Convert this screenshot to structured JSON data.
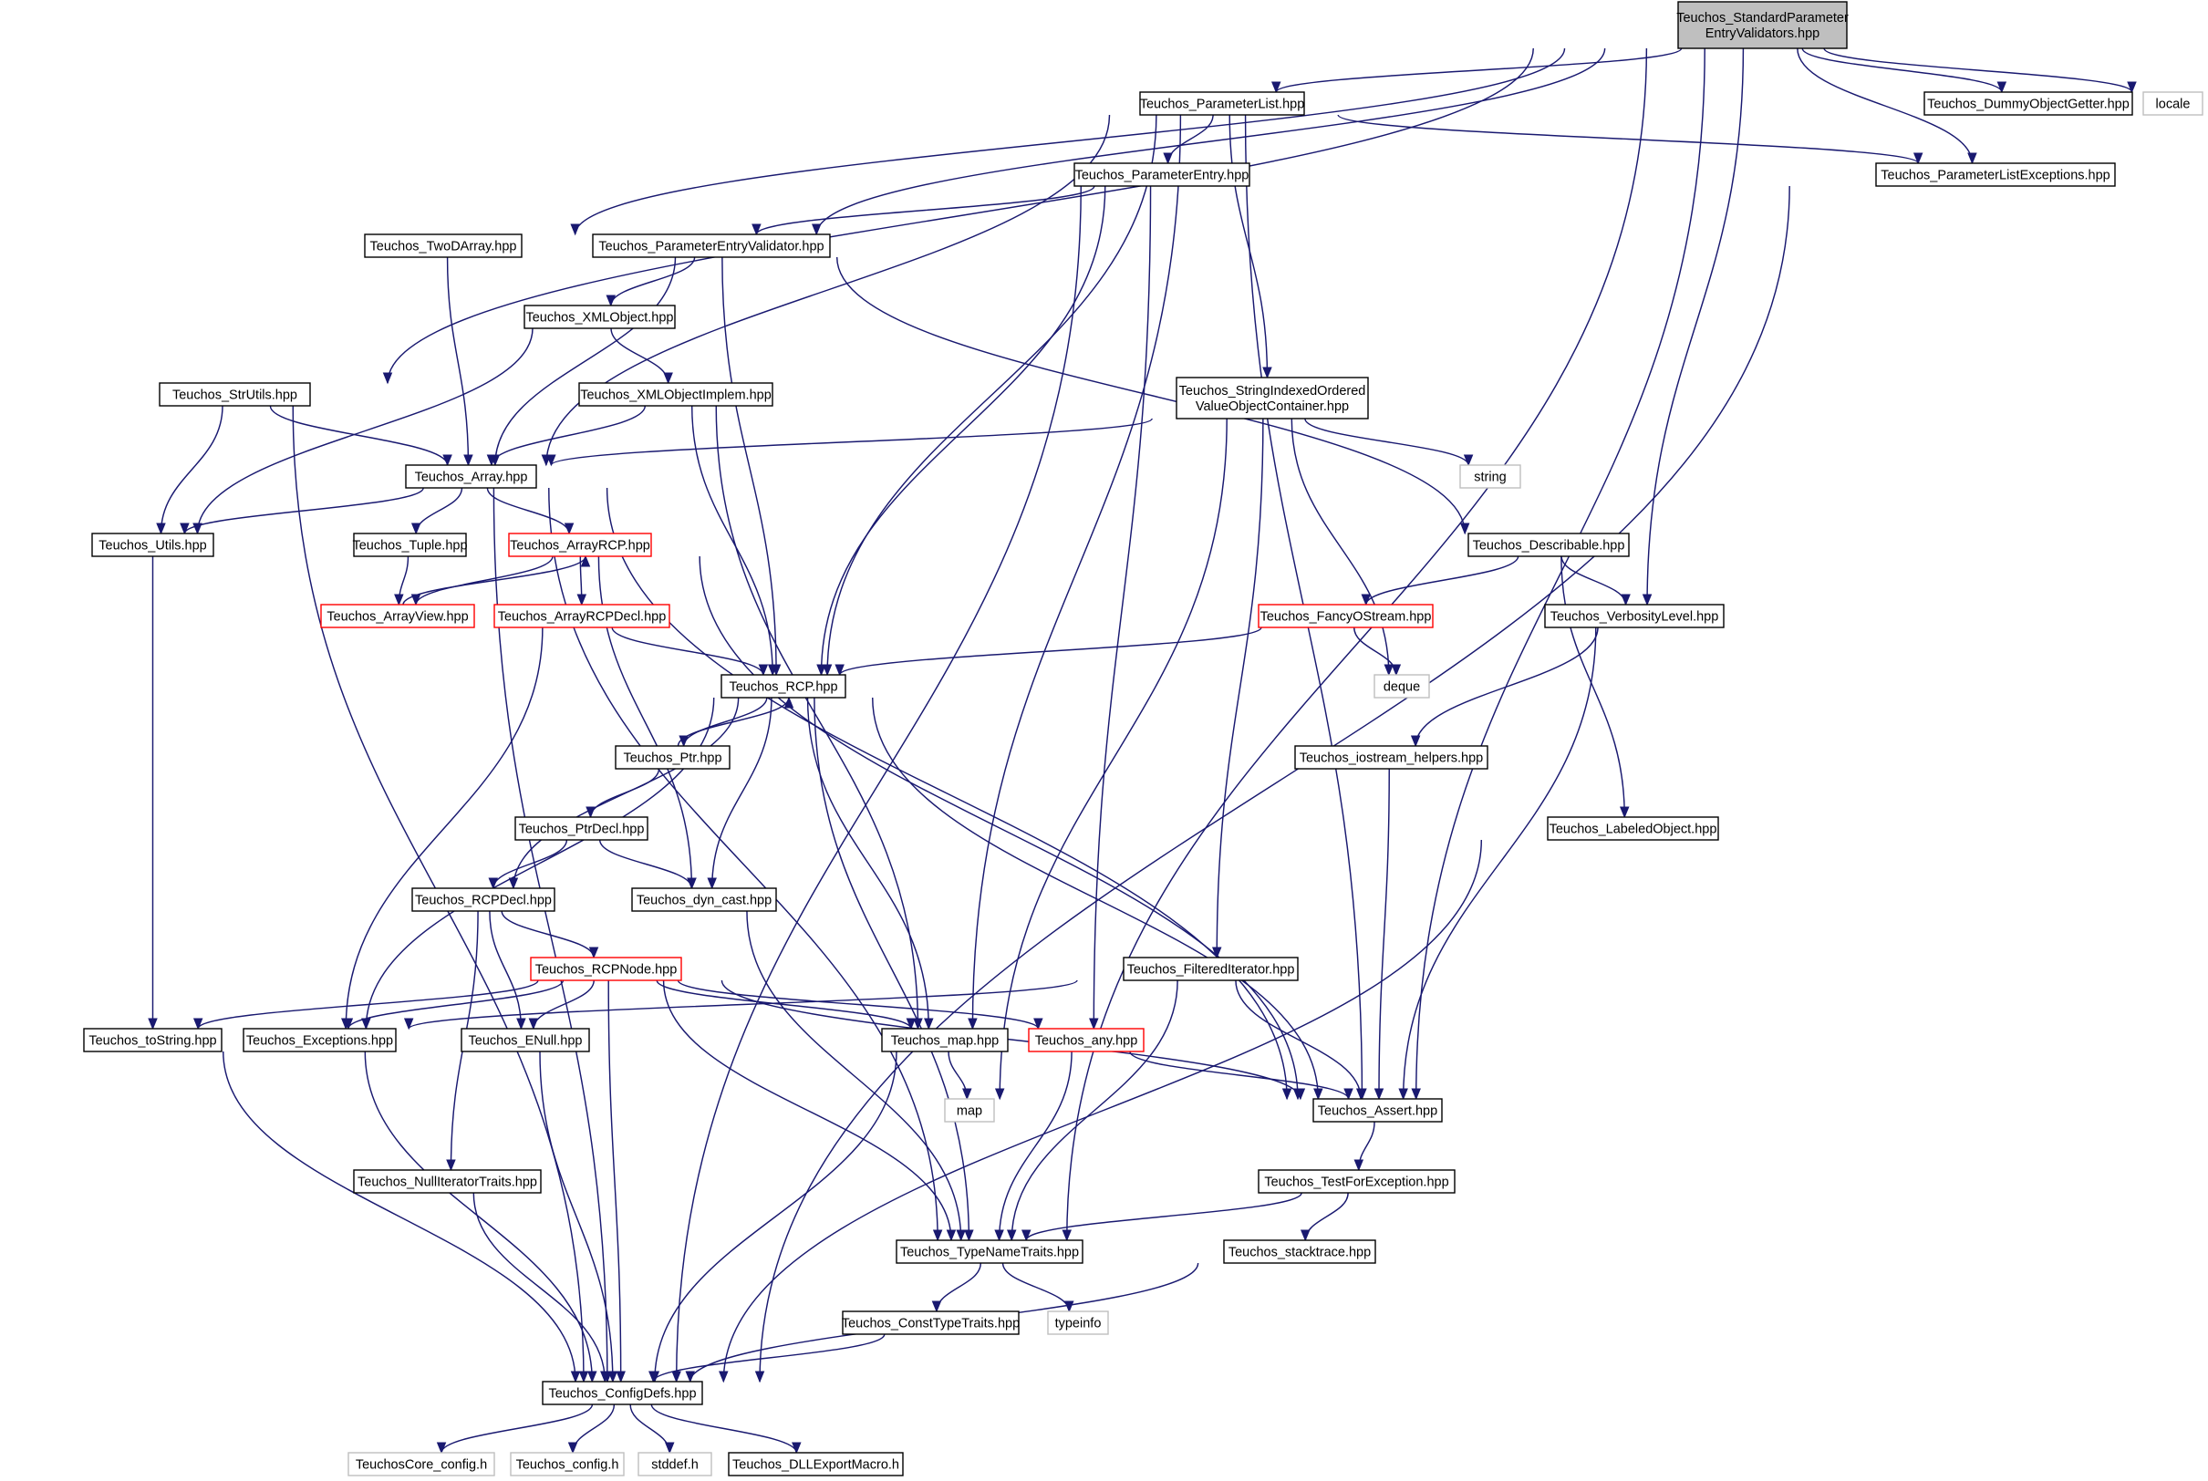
{
  "colors": {
    "edge": "#191970",
    "border_normal": "#000000",
    "border_truncated": "#ff0000",
    "border_external": "#bfbfbf",
    "fill_root": "#bfbfbf",
    "fill_default": "#ffffff"
  },
  "nodes": [
    {
      "id": "root",
      "lines": [
        "Teuchos_StandardParameter",
        "EntryValidators.hpp"
      ],
      "style": "root"
    },
    {
      "id": "paramlist",
      "lines": [
        "Teuchos_ParameterList.hpp"
      ],
      "style": "normal"
    },
    {
      "id": "dummy",
      "lines": [
        "Teuchos_DummyObjectGetter.hpp"
      ],
      "style": "normal"
    },
    {
      "id": "locale",
      "lines": [
        "locale"
      ],
      "style": "external"
    },
    {
      "id": "paramentry",
      "lines": [
        "Teuchos_ParameterEntry.hpp"
      ],
      "style": "normal"
    },
    {
      "id": "plexc",
      "lines": [
        "Teuchos_ParameterListExceptions.hpp"
      ],
      "style": "normal"
    },
    {
      "id": "twod",
      "lines": [
        "Teuchos_TwoDArray.hpp"
      ],
      "style": "normal"
    },
    {
      "id": "pev",
      "lines": [
        "Teuchos_ParameterEntryValidator.hpp"
      ],
      "style": "normal"
    },
    {
      "id": "xmlobj",
      "lines": [
        "Teuchos_XMLObject.hpp"
      ],
      "style": "normal"
    },
    {
      "id": "strutils",
      "lines": [
        "Teuchos_StrUtils.hpp"
      ],
      "style": "normal"
    },
    {
      "id": "xmlimpl",
      "lines": [
        "Teuchos_XMLObjectImplem.hpp"
      ],
      "style": "normal"
    },
    {
      "id": "sio",
      "lines": [
        "Teuchos_StringIndexedOrdered",
        "ValueObjectContainer.hpp"
      ],
      "style": "normal"
    },
    {
      "id": "array",
      "lines": [
        "Teuchos_Array.hpp"
      ],
      "style": "normal"
    },
    {
      "id": "string",
      "lines": [
        "string"
      ],
      "style": "external"
    },
    {
      "id": "utils",
      "lines": [
        "Teuchos_Utils.hpp"
      ],
      "style": "normal"
    },
    {
      "id": "tuple",
      "lines": [
        "Teuchos_Tuple.hpp"
      ],
      "style": "normal"
    },
    {
      "id": "arrayrcp",
      "lines": [
        "Teuchos_ArrayRCP.hpp"
      ],
      "style": "truncated"
    },
    {
      "id": "describable",
      "lines": [
        "Teuchos_Describable.hpp"
      ],
      "style": "normal"
    },
    {
      "id": "arrayview",
      "lines": [
        "Teuchos_ArrayView.hpp"
      ],
      "style": "truncated"
    },
    {
      "id": "arrayrcpdecl",
      "lines": [
        "Teuchos_ArrayRCPDecl.hpp"
      ],
      "style": "truncated"
    },
    {
      "id": "fancy",
      "lines": [
        "Teuchos_FancyOStream.hpp"
      ],
      "style": "truncated"
    },
    {
      "id": "verbosity",
      "lines": [
        "Teuchos_VerbosityLevel.hpp"
      ],
      "style": "normal"
    },
    {
      "id": "rcp",
      "lines": [
        "Teuchos_RCP.hpp"
      ],
      "style": "normal"
    },
    {
      "id": "deque",
      "lines": [
        "deque"
      ],
      "style": "external"
    },
    {
      "id": "ptr",
      "lines": [
        "Teuchos_Ptr.hpp"
      ],
      "style": "normal"
    },
    {
      "id": "iostream",
      "lines": [
        "Teuchos_iostream_helpers.hpp"
      ],
      "style": "normal"
    },
    {
      "id": "ptrdecl",
      "lines": [
        "Teuchos_PtrDecl.hpp"
      ],
      "style": "normal"
    },
    {
      "id": "labeled",
      "lines": [
        "Teuchos_LabeledObject.hpp"
      ],
      "style": "normal"
    },
    {
      "id": "rcpdecl",
      "lines": [
        "Teuchos_RCPDecl.hpp"
      ],
      "style": "normal"
    },
    {
      "id": "dyncast",
      "lines": [
        "Teuchos_dyn_cast.hpp"
      ],
      "style": "normal"
    },
    {
      "id": "rcpnode",
      "lines": [
        "Teuchos_RCPNode.hpp"
      ],
      "style": "truncated"
    },
    {
      "id": "filtered",
      "lines": [
        "Teuchos_FilteredIterator.hpp"
      ],
      "style": "normal"
    },
    {
      "id": "tostring",
      "lines": [
        "Teuchos_toString.hpp"
      ],
      "style": "normal"
    },
    {
      "id": "exceptions",
      "lines": [
        "Teuchos_Exceptions.hpp"
      ],
      "style": "normal"
    },
    {
      "id": "enull",
      "lines": [
        "Teuchos_ENull.hpp"
      ],
      "style": "normal"
    },
    {
      "id": "map",
      "lines": [
        "Teuchos_map.hpp"
      ],
      "style": "normal"
    },
    {
      "id": "any",
      "lines": [
        "Teuchos_any.hpp"
      ],
      "style": "truncated"
    },
    {
      "id": "mapstd",
      "lines": [
        "map"
      ],
      "style": "external"
    },
    {
      "id": "assert",
      "lines": [
        "Teuchos_Assert.hpp"
      ],
      "style": "normal"
    },
    {
      "id": "nulliter",
      "lines": [
        "Teuchos_NullIteratorTraits.hpp"
      ],
      "style": "normal"
    },
    {
      "id": "testfor",
      "lines": [
        "Teuchos_TestForException.hpp"
      ],
      "style": "normal"
    },
    {
      "id": "typename",
      "lines": [
        "Teuchos_TypeNameTraits.hpp"
      ],
      "style": "normal"
    },
    {
      "id": "stacktrace",
      "lines": [
        "Teuchos_stacktrace.hpp"
      ],
      "style": "normal"
    },
    {
      "id": "consttype",
      "lines": [
        "Teuchos_ConstTypeTraits.hpp"
      ],
      "style": "normal"
    },
    {
      "id": "typeinfo",
      "lines": [
        "typeinfo"
      ],
      "style": "external"
    },
    {
      "id": "configdefs",
      "lines": [
        "Teuchos_ConfigDefs.hpp"
      ],
      "style": "normal"
    },
    {
      "id": "coreconfig",
      "lines": [
        "TeuchosCore_config.h"
      ],
      "style": "external"
    },
    {
      "id": "tconfig",
      "lines": [
        "Teuchos_config.h"
      ],
      "style": "external"
    },
    {
      "id": "stddef",
      "lines": [
        "stddef.h"
      ],
      "style": "external"
    },
    {
      "id": "dllexport",
      "lines": [
        "Teuchos_DLLExportMacro.h"
      ],
      "style": "normal"
    }
  ],
  "edges": [
    [
      "root",
      "paramlist"
    ],
    [
      "root",
      "dummy"
    ],
    [
      "root",
      "locale"
    ],
    [
      "root",
      "plexc"
    ],
    [
      "root",
      "twod"
    ],
    [
      "root",
      "pev"
    ],
    [
      "root",
      "strutils"
    ],
    [
      "root",
      "verbosity"
    ],
    [
      "root",
      "assert"
    ],
    [
      "root",
      "typename"
    ],
    [
      "paramlist",
      "paramentry"
    ],
    [
      "paramlist",
      "plexc"
    ],
    [
      "paramlist",
      "sio"
    ],
    [
      "paramlist",
      "array"
    ],
    [
      "paramlist",
      "rcp"
    ],
    [
      "paramlist",
      "map"
    ],
    [
      "paramlist",
      "assert"
    ],
    [
      "paramentry",
      "pev"
    ],
    [
      "paramentry",
      "rcp"
    ],
    [
      "paramentry",
      "any"
    ],
    [
      "paramentry",
      "configdefs"
    ],
    [
      "plexc",
      "configdefs"
    ],
    [
      "twod",
      "array"
    ],
    [
      "pev",
      "xmlobj"
    ],
    [
      "pev",
      "array"
    ],
    [
      "pev",
      "rcp"
    ],
    [
      "pev",
      "describable"
    ],
    [
      "xmlobj",
      "xmlimpl"
    ],
    [
      "xmlobj",
      "utils"
    ],
    [
      "xmlimpl",
      "array"
    ],
    [
      "xmlimpl",
      "rcp"
    ],
    [
      "xmlimpl",
      "map"
    ],
    [
      "strutils",
      "array"
    ],
    [
      "strutils",
      "utils"
    ],
    [
      "strutils",
      "configdefs"
    ],
    [
      "sio",
      "array"
    ],
    [
      "sio",
      "string"
    ],
    [
      "sio",
      "deque"
    ],
    [
      "sio",
      "filtered"
    ],
    [
      "sio",
      "mapstd"
    ],
    [
      "array",
      "utils"
    ],
    [
      "array",
      "tuple"
    ],
    [
      "array",
      "arrayrcp"
    ],
    [
      "array",
      "assert"
    ],
    [
      "array",
      "typename"
    ],
    [
      "array",
      "configdefs"
    ],
    [
      "utils",
      "tostring"
    ],
    [
      "tuple",
      "arrayview"
    ],
    [
      "arrayrcp",
      "arrayview"
    ],
    [
      "arrayrcp",
      "arrayrcpdecl"
    ],
    [
      "arrayrcp",
      "dyncast"
    ],
    [
      "arrayrcp",
      "assert"
    ],
    [
      "arrayview",
      "arrayrcp"
    ],
    [
      "arrayrcpdecl",
      "rcp"
    ],
    [
      "arrayrcpdecl",
      "exceptions"
    ],
    [
      "describable",
      "fancy"
    ],
    [
      "describable",
      "verbosity"
    ],
    [
      "describable",
      "labeled"
    ],
    [
      "fancy",
      "rcp"
    ],
    [
      "fancy",
      "deque"
    ],
    [
      "verbosity",
      "iostream"
    ],
    [
      "verbosity",
      "assert"
    ],
    [
      "iostream",
      "assert"
    ],
    [
      "labeled",
      "configdefs"
    ],
    [
      "rcp",
      "ptr"
    ],
    [
      "rcp",
      "rcpdecl"
    ],
    [
      "rcp",
      "dyncast"
    ],
    [
      "rcp",
      "exceptions"
    ],
    [
      "rcp",
      "map"
    ],
    [
      "rcp",
      "assert"
    ],
    [
      "rcp",
      "typename"
    ],
    [
      "ptr",
      "rcp"
    ],
    [
      "ptr",
      "ptrdecl"
    ],
    [
      "ptrdecl",
      "rcpdecl"
    ],
    [
      "ptrdecl",
      "dyncast"
    ],
    [
      "rcpdecl",
      "rcpnode"
    ],
    [
      "rcpdecl",
      "enull"
    ],
    [
      "rcpdecl",
      "nulliter"
    ],
    [
      "dyncast",
      "typename"
    ],
    [
      "rcpnode",
      "tostring"
    ],
    [
      "rcpnode",
      "exceptions"
    ],
    [
      "rcpnode",
      "enull"
    ],
    [
      "rcpnode",
      "map"
    ],
    [
      "rcpnode",
      "any"
    ],
    [
      "rcpnode",
      "assert"
    ],
    [
      "rcpnode",
      "typename"
    ],
    [
      "rcpnode",
      "configdefs"
    ],
    [
      "filtered",
      "exceptions"
    ],
    [
      "filtered",
      "assert"
    ],
    [
      "filtered",
      "typename"
    ],
    [
      "tostring",
      "configdefs"
    ],
    [
      "exceptions",
      "configdefs"
    ],
    [
      "enull",
      "configdefs"
    ],
    [
      "map",
      "mapstd"
    ],
    [
      "map",
      "configdefs"
    ],
    [
      "any",
      "assert"
    ],
    [
      "any",
      "typename"
    ],
    [
      "assert",
      "testfor"
    ],
    [
      "nulliter",
      "configdefs"
    ],
    [
      "testfor",
      "typename"
    ],
    [
      "testfor",
      "stacktrace"
    ],
    [
      "typename",
      "consttype"
    ],
    [
      "typename",
      "typeinfo"
    ],
    [
      "stacktrace",
      "configdefs"
    ],
    [
      "consttype",
      "configdefs"
    ],
    [
      "configdefs",
      "coreconfig"
    ],
    [
      "configdefs",
      "tconfig"
    ],
    [
      "configdefs",
      "stddef"
    ],
    [
      "configdefs",
      "dllexport"
    ]
  ]
}
